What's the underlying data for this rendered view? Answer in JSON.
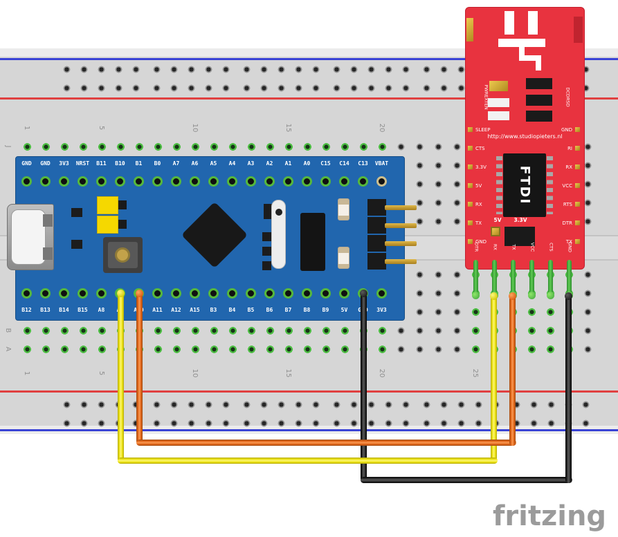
{
  "page": {
    "logo": "fritzing"
  },
  "breadboard": {
    "column_labels_top": [
      "1",
      "5",
      "10",
      "15",
      "20"
    ],
    "column_labels_bottom": [
      "1",
      "5",
      "10",
      "15",
      "20",
      "25"
    ],
    "row_label_top": "J",
    "row_labels_bottom": [
      "B",
      "A"
    ],
    "rail_colors": {
      "positive": "#e04040",
      "negative": "#3a43d6"
    }
  },
  "bluepill": {
    "board_color": "#2166ae",
    "top_pins": [
      "GND",
      "GND",
      "3V3",
      "NRST",
      "B11",
      "B10",
      "B1",
      "B0",
      "A7",
      "A6",
      "A5",
      "A4",
      "A3",
      "A2",
      "A1",
      "A0",
      "C15",
      "C14",
      "C13",
      "VBAT"
    ],
    "bottom_pins": [
      "B12",
      "B13",
      "B14",
      "B15",
      "A8",
      "A9",
      "A10",
      "A11",
      "A12",
      "A15",
      "B3",
      "B4",
      "B5",
      "B6",
      "B7",
      "B8",
      "B9",
      "5V",
      "GND",
      "3V3"
    ]
  },
  "ftdi": {
    "board_color": "#e8333f",
    "url": "http://www.studiopieters.nl",
    "chip_label": "FTDI",
    "left_vertical_label": "PWREXTEN",
    "right_vertical_label": "DCDRSD",
    "left_pins": [
      "SLEEP",
      "CTS",
      "3.3V",
      "5V",
      "RX",
      "TX",
      "GND"
    ],
    "right_pins": [
      "GND",
      "RI",
      "RX",
      "VCC",
      "RTS",
      "DTR",
      "TX"
    ],
    "bottom_pins": [
      "DTR",
      "RX",
      "TX",
      "VCC",
      "CTS",
      "GND"
    ],
    "jumper_labels": [
      "5V",
      "3.3V"
    ]
  },
  "wires": {
    "yellow": {
      "color": "#f2e818",
      "from": "A9",
      "to": "FTDI RX"
    },
    "orange": {
      "color": "#ea6c20",
      "from": "A10",
      "to": "FTDI TX"
    },
    "black": {
      "color": "#1c1c1c",
      "from": "GND",
      "to": "FTDI GND"
    },
    "green_legs": {
      "color": "#4fbf45",
      "count": 6
    }
  }
}
